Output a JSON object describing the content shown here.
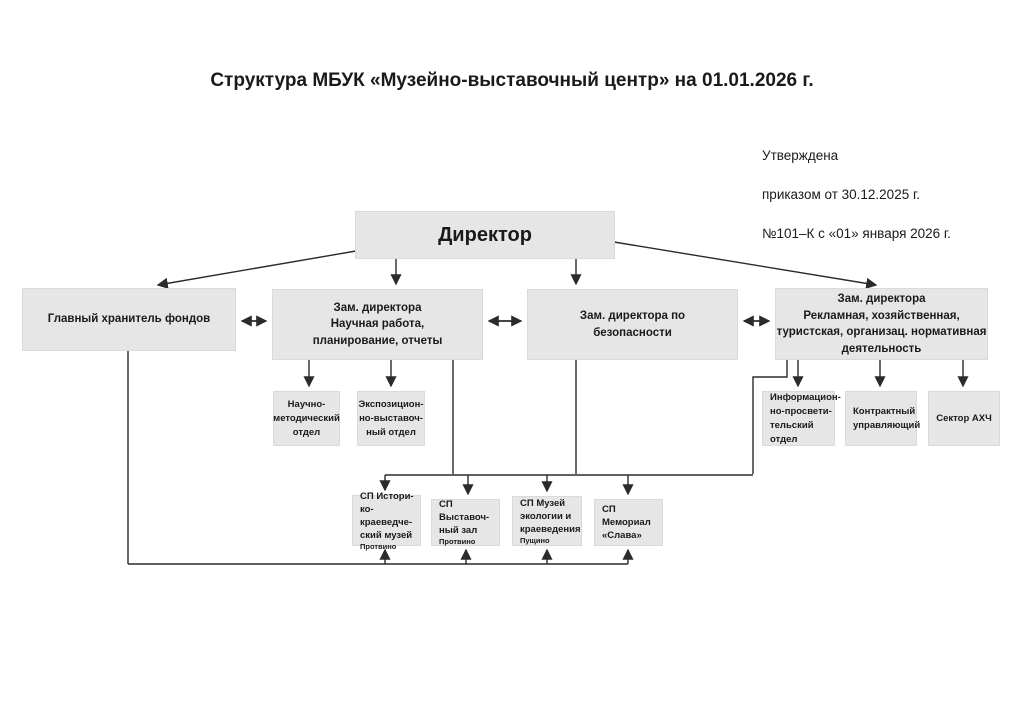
{
  "title": "Структура МБУК «Музейно-выставочный центр» на 01.01.2026 г.",
  "approval": {
    "lines": [
      "Утверждена",
      "приказом от 30.12.2025 г.",
      "№101–К с «01» января 2026 г."
    ]
  },
  "org": {
    "director": "Директор",
    "keeper": "Главный хранитель фондов",
    "deputy_science": "Зам. директора\nНаучная работа,\nпланирование, отчеты",
    "deputy_security": "Зам. директора по\nбезопасности",
    "deputy_admin": "Зам. директора\nРекламная, хозяйственная,\nтуристская, организац. нормативная\nдеятельность",
    "dept_method": "Научно-\nметодический\nотдел",
    "dept_expo": "Экспозицион-\nно-выставоч-\nный отдел",
    "dept_info": "Информацион-\nно-просвети-\nтельский отдел",
    "dept_contract": "Контрактный\nуправляющий",
    "dept_ahch": "Сектор АХЧ",
    "sp_units": [
      {
        "name": "СП Истори-\nко-краеведче-\nский музей",
        "city": "Протвино"
      },
      {
        "name": "СП Выставоч-\nный зал",
        "city": "Протвино"
      },
      {
        "name": "СП Музей\nэкологии и\nкраеведения",
        "city": "Пущино"
      },
      {
        "name": "СП Мемориал\n«Слава»",
        "city": ""
      }
    ]
  },
  "colors": {
    "box_fill": "#e6e6e6",
    "box_border": "#dadada",
    "line": "#2b2b2b",
    "text": "#1a1a1a"
  }
}
